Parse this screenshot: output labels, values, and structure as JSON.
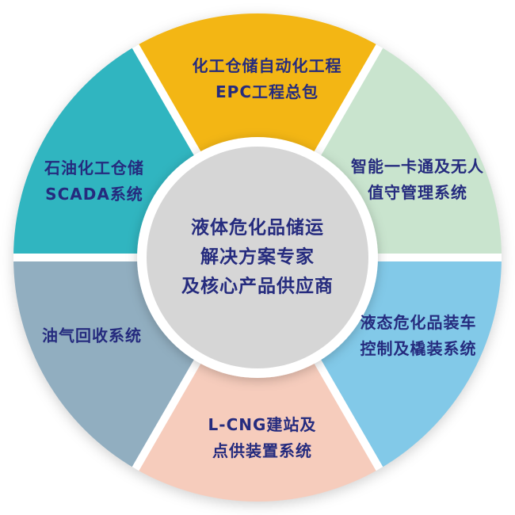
{
  "colors": {
    "text": "#252b7e",
    "center_bg": "#d6d6d6",
    "gap": "#ffffff"
  },
  "center": {
    "lines": [
      "液体危化品储运",
      "解决方案专家",
      "及核心产品供应商"
    ]
  },
  "segments": [
    {
      "name": "chemical-warehouse-epc",
      "color": "#f3b614",
      "lines": [
        "化工仓储自动化工程",
        "EPC工程总包"
      ]
    },
    {
      "name": "smart-card-unmanned",
      "color": "#c9e4ce",
      "lines": [
        "智能一卡通及无人",
        "值守管理系统"
      ]
    },
    {
      "name": "liquid-loading-skid",
      "color": "#82c9e8",
      "lines": [
        "液态危化品装车",
        "控制及橇装系统"
      ]
    },
    {
      "name": "lcng-station",
      "color": "#f6ccbc",
      "lines": [
        "L-CNG建站及",
        "点供装置系统"
      ]
    },
    {
      "name": "oil-gas-recovery",
      "color": "#91aec0",
      "lines": [
        "油气回收系统"
      ]
    },
    {
      "name": "petrochemical-scada",
      "color": "#30b5c0",
      "lines": [
        "石油化工仓储",
        "SCADA系统"
      ]
    }
  ]
}
